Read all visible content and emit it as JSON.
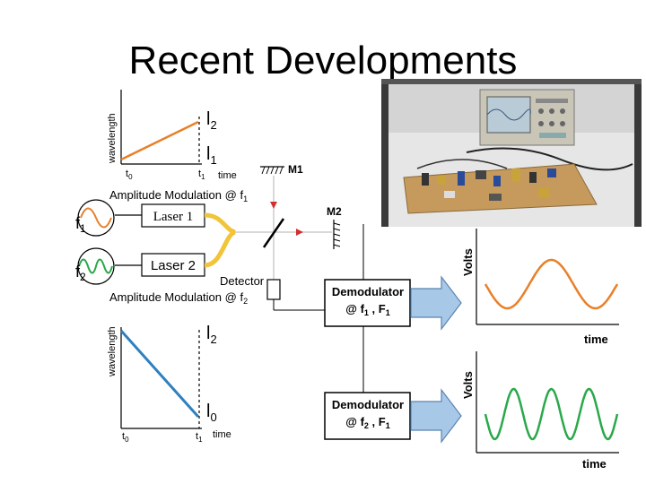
{
  "title": "Recent Developments",
  "top_plot": {
    "ylabel": "wavelength",
    "upper": "l",
    "upper_sub": "2",
    "lower": "l",
    "lower_sub": "1",
    "t0": "t",
    "t0_sub": "0",
    "t1": "t",
    "t1_sub": "1",
    "xlabel": "time",
    "line_color": "#e8802a"
  },
  "bottom_plot": {
    "ylabel": "wavelength",
    "upper": "l",
    "upper_sub": "2",
    "lower": "l",
    "lower_sub": "0",
    "t0": "t",
    "t0_sub": "0",
    "t1": "t",
    "t1_sub": "1",
    "xlabel": "time",
    "line_color": "#2e80c0"
  },
  "mirror1": "M1",
  "mirror2": "M2",
  "am_top": {
    "text": "Amplitude Modulation @ f",
    "sub": "1"
  },
  "am_bottom": {
    "text": "Amplitude Modulation @ f",
    "sub": "2"
  },
  "laser1": "Laser 1",
  "laser2": "Laser 2",
  "f1": {
    "text": "f",
    "sub": "1"
  },
  "f2": {
    "text": "f",
    "sub": "2"
  },
  "detector": "Detector",
  "demod1": {
    "line1": "Demodulator",
    "line2a": "@ f",
    "sub_a": "1",
    "mid": " , F",
    "sub_b": "1"
  },
  "demod2": {
    "line1": "Demodulator",
    "line2a": "@ f",
    "sub_a": "2",
    "mid": " , F",
    "sub_b": "1"
  },
  "volts_top": "Volts",
  "volts_bottom": "Volts",
  "time_top": "time",
  "time_bottom": "time",
  "colors": {
    "orange": "#e8802a",
    "green": "#2aa84a",
    "blue": "#2e80c0",
    "yellow": "#f2c43a",
    "laser_path": "#c0c0c0",
    "arrow_fill": "#a8c8e8",
    "arrow_stroke": "#5a84b0"
  }
}
